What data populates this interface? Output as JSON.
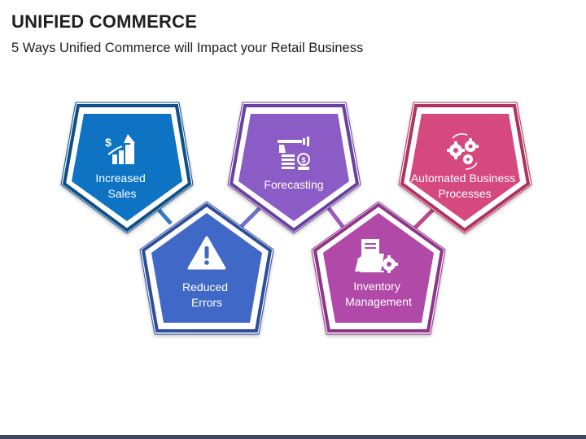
{
  "header": {
    "title": "UNIFIED COMMERCE",
    "subtitle": "5 Ways Unified Commerce will Impact your Retail Business"
  },
  "nodes": [
    {
      "id": "increased-sales",
      "label_lines": [
        "Increased",
        "Sales"
      ],
      "icon": "sales-growth-icon",
      "color": "#0a73c2",
      "border": "#0b4f86"
    },
    {
      "id": "reduced-errors",
      "label_lines": [
        "Reduced",
        "Errors"
      ],
      "icon": "warning-icon",
      "color": "#3f68c6",
      "border": "#2d4e9c"
    },
    {
      "id": "forecasting",
      "label_lines": [
        "Forecasting"
      ],
      "icon": "forecasting-icon",
      "color": "#8c5cc6",
      "border": "#6a3f9f"
    },
    {
      "id": "inventory-management",
      "label_lines": [
        "Inventory",
        "Management"
      ],
      "icon": "inventory-icon",
      "color": "#b04aa8",
      "border": "#8f3489"
    },
    {
      "id": "automated-business-processes",
      "label_lines": [
        "Automated Business",
        "Processes"
      ],
      "icon": "gears-icon",
      "color": "#d64a7f",
      "border": "#b0305f"
    }
  ],
  "connector_color": "#3f7fc4",
  "connector_gradient_end": "#a45ab8"
}
